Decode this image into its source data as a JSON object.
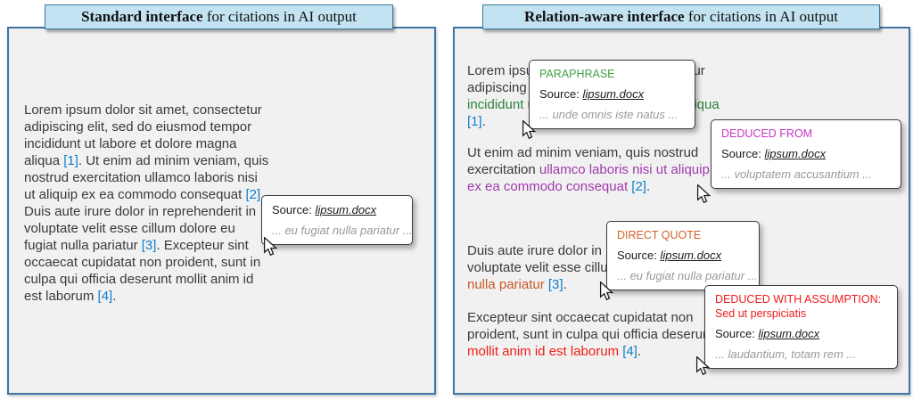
{
  "left_panel": {
    "title": {
      "bold": "Standard interface",
      "rest": " for citations in AI output"
    },
    "paragraph": [
      {
        "text": "Lorem ipsum dolor sit amet, consectetur adipiscing elit, sed do eiusmod tempor incididunt ut labore et dolore magna aliqua ",
        "style": "normal"
      },
      {
        "text": "[1]",
        "style": "citation"
      },
      {
        "text": ". Ut enim ad minim veniam, quis nostrud exercitation ullamco laboris nisi ut aliquip ex ea commodo consequat ",
        "style": "normal"
      },
      {
        "text": "[2]",
        "style": "citation"
      },
      {
        "text": ". Duis aute irure dolor in reprehenderit in voluptate velit esse cillum dolore eu fugiat nulla pariatur ",
        "style": "normal"
      },
      {
        "text": "[3]",
        "style": "citation"
      },
      {
        "text": ". Excepteur sint occaecat cupidatat non proident, sunt in culpa qui officia deserunt mollit anim id est laborum ",
        "style": "normal"
      },
      {
        "text": "[4]",
        "style": "citation"
      },
      {
        "text": ".",
        "style": "normal"
      }
    ],
    "tooltip": {
      "source_label": "Source:",
      "source_file": "lipsum.docx",
      "quote": "... eu fugiat nulla pariatur ..."
    }
  },
  "right_panel": {
    "title": {
      "bold": "Relation-aware interface",
      "rest": " for citations in AI output"
    },
    "paragraphs": {
      "p1": [
        {
          "text": "Lorem ipsum dolor sit amet, consectetur adipiscing elit, sed do ",
          "style": "normal"
        },
        {
          "text": "eiusmod tempor incididunt ut labore et dolore magna aliqua ",
          "style": "green"
        },
        {
          "text": "[1]",
          "style": "citation"
        },
        {
          "text": ".",
          "style": "normal"
        }
      ],
      "p2": [
        {
          "text": "Ut enim ad minim veniam, quis nostrud exercitation ",
          "style": "normal"
        },
        {
          "text": "ullamco laboris nisi ut aliquip ex ea commodo consequat ",
          "style": "purple"
        },
        {
          "text": "[2]",
          "style": "citation"
        },
        {
          "text": ".",
          "style": "normal"
        }
      ],
      "p3": [
        {
          "text": "Duis aute irure dolor in reprehenderit in voluptate velit esse cillum dolore ",
          "style": "normal"
        },
        {
          "text": "eu fugiat nulla pariatur ",
          "style": "orange"
        },
        {
          "text": "[3]",
          "style": "citation"
        },
        {
          "text": ".",
          "style": "normal"
        }
      ],
      "p4": [
        {
          "text": "Excepteur sint occaecat cupidatat non proident, sunt in culpa qui officia deserunt ",
          "style": "normal"
        },
        {
          "text": "mollit anim id est laborum ",
          "style": "red"
        },
        {
          "text": "[4]",
          "style": "citation"
        },
        {
          "text": ".",
          "style": "normal"
        }
      ]
    },
    "tooltips": [
      {
        "relation": "PARAPHRASE",
        "color": "#43a047",
        "source_label": "Source:",
        "source_file": "lipsum.docx",
        "quote": "... unde omnis iste natus ..."
      },
      {
        "relation": "DEDUCED FROM",
        "color": "#c535c5",
        "source_label": "Source:",
        "source_file": "lipsum.docx",
        "quote": "... voluptatem accusantium ..."
      },
      {
        "relation": "DIRECT QUOTE",
        "color": "#d2622a",
        "source_label": "Source:",
        "source_file": "lipsum.docx",
        "quote": "... eu fugiat nulla pariatur ..."
      },
      {
        "relation": "DEDUCED WITH ASSUMPTION: Sed ut perspiciatis",
        "color": "#ee1c1c",
        "source_label": "Source:",
        "source_file": "lipsum.docx",
        "quote": "... laudantium, totam rem ..."
      }
    ]
  },
  "colors": {
    "panel_border": "#3f74a4",
    "panel_fill": "#f1f1f2",
    "title_fill": "#c3e3f2",
    "title_border": "#3a7a9e",
    "citation_blue": "#0f7ecb",
    "paraphrase_green": "#2e8238",
    "deduced_purple": "#a03aab",
    "quote_orange": "#c75b28",
    "assumption_red": "#f01e14"
  }
}
